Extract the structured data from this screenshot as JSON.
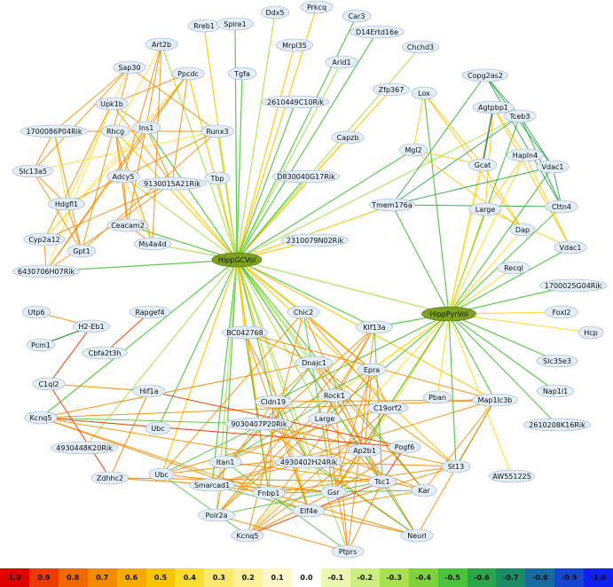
{
  "network": {
    "hubs": [
      {
        "id": "HippGCVol",
        "label": "HippGCVol"
      },
      {
        "id": "HippPyrVol",
        "label": "HippPyrVol"
      }
    ],
    "nodes": [
      "Rreb1",
      "Spire1",
      "Ddx5",
      "Prkcq",
      "Car3",
      "Art2b",
      "Mrpl35",
      "D14Ertd16e",
      "Chchd3",
      "Sap30",
      "Ppcdc",
      "Tgfa",
      "Arid1",
      "Copg2as2",
      "Zfp367",
      "Upk1b",
      "2610449C10Rik",
      "Lox",
      "Agtpbp1",
      "Tceb3",
      "1700086P04Rik",
      "Rhcg",
      "Ins1",
      "Runx3",
      "Capzb",
      "Mgl2",
      "Hapln4",
      "Vdac1",
      "Slc13a5",
      "Adcy5",
      "9130015A21Rik",
      "Gcat",
      "D830040G17Rik",
      "Tbp",
      "Hdgfl1",
      "Tmem176a",
      "Large",
      "Cttn4",
      "Ceacam2",
      "Dap",
      "Cyp2a12",
      "Gpt1",
      "Ms4a4d",
      "2310079N02Rik",
      "Vdac1",
      "6430706H07Rik",
      "Recql",
      "1700025G04Rik",
      "Utp6",
      "Rapgef4",
      "Chic2",
      "H2-Eb1",
      "Foxl2",
      "BC042768",
      "Klf13a",
      "Pcm1",
      "Hcp",
      "Slc35e3",
      "Dnajc1",
      "Cbfa2t3h",
      "C1ql2",
      "Epra",
      "Nap1l1",
      "Hif1a",
      "Cldn19",
      "Rock1",
      "Pban",
      "Map1lc3b",
      "C19orf2",
      "Kcnq5",
      "Large",
      "9030407P20Rik",
      "2610208K16Rik",
      "Ubc",
      "4930448K20Rik",
      "Pogf6",
      "Ap2b1",
      "St13",
      "Itan1",
      "4930402H24Rik",
      "AW551225",
      "Zdhhc2",
      "Ubc",
      "Smarcad1",
      "Tsc1",
      "Fnbp1",
      "Gsr",
      "Kar",
      "Polr2a",
      "Elf4e",
      "Kcnq5",
      "Neurl",
      "Ptprs"
    ],
    "edge_color_legend": [
      {
        "label": "1.0",
        "color": "#e00000"
      },
      {
        "label": "0.9",
        "color": "#ec3a00"
      },
      {
        "label": "0.8",
        "color": "#f26800"
      },
      {
        "label": "0.7",
        "color": "#f48a00"
      },
      {
        "label": "0.6",
        "color": "#f7aa00"
      },
      {
        "label": "0.5",
        "color": "#f9c400"
      },
      {
        "label": "0.4",
        "color": "#fbdc30"
      },
      {
        "label": "0.3",
        "color": "#fce870"
      },
      {
        "label": "0.2",
        "color": "#fdf09a"
      },
      {
        "label": "0.1",
        "color": "#fef7c8"
      },
      {
        "label": "0.0",
        "color": "#ffffff"
      },
      {
        "label": "-0.1",
        "color": "#e8f6b0"
      },
      {
        "label": "-0.2",
        "color": "#ccee80"
      },
      {
        "label": "-0.3",
        "color": "#a8e050"
      },
      {
        "label": "-0.4",
        "color": "#7ed23a"
      },
      {
        "label": "-0.5",
        "color": "#4cc23c"
      },
      {
        "label": "-0.6",
        "color": "#2aa448"
      },
      {
        "label": "-0.7",
        "color": "#1b8a66"
      },
      {
        "label": "-0.8",
        "color": "#166aa0"
      },
      {
        "label": "-0.9",
        "color": "#1446d0"
      },
      {
        "label": "-1.0",
        "color": "#1020f0"
      }
    ],
    "node_fill": "#e4eef8",
    "hub_fill": "#7ea020"
  }
}
